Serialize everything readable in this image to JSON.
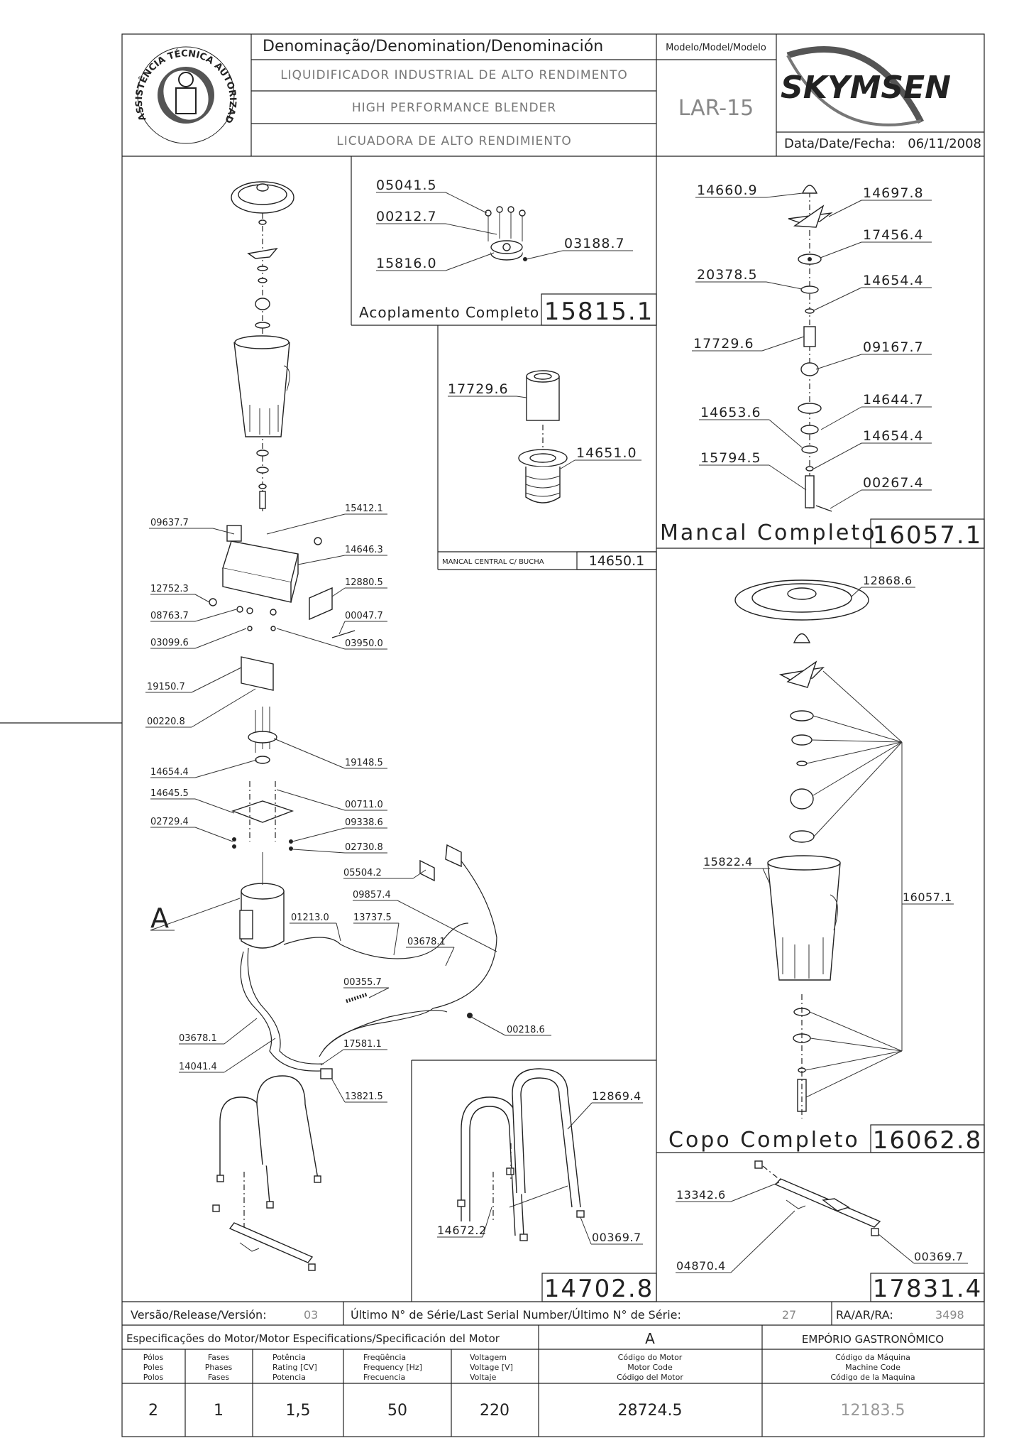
{
  "header": {
    "denomination_title": "Denominação/Denomination/Denominación",
    "name_pt": "LIQUIDIFICADOR INDUSTRIAL DE ALTO RENDIMENTO",
    "name_en": "HIGH PERFORMANCE BLENDER",
    "name_es": "LICUADORA DE ALTO RENDIMIENTO",
    "model_title": "Modelo/Model/Modelo",
    "model": "LAR-15",
    "brand": "SKYMSEN",
    "date_label": "Data/Date/Fecha:",
    "date": "06/11/2008",
    "seal_text": "ASSISTÊNCIA TÉCNICA AUTORIZADA"
  },
  "assemblies": {
    "coupling": {
      "title": "Acoplamento Completo",
      "code": "15815.1",
      "parts": [
        "05041.5",
        "00212.7",
        "15816.0",
        "03188.7"
      ]
    },
    "central_bearing": {
      "title": "MANCAL CENTRAL C/ BUCHA",
      "code": "14650.1",
      "parts": [
        "17729.6",
        "14651.0"
      ]
    },
    "bearing": {
      "title": "Mancal Completo",
      "code": "16057.1",
      "parts": [
        "14660.9",
        "14697.8",
        "17456.4",
        "20378.5",
        "14654.4",
        "17729.6",
        "09167.7",
        "14644.7",
        "14653.6",
        "14654.4",
        "15794.5",
        "00267.4"
      ]
    },
    "cup": {
      "title": "Copo Completo",
      "code": "16062.8",
      "parts": [
        "12868.6",
        "15822.4",
        "16057.1"
      ]
    },
    "stand": {
      "code": "14702.8",
      "parts": [
        "12869.4",
        "14672.2",
        "00369.7"
      ]
    },
    "crossbar": {
      "code": "17831.4",
      "parts": [
        "13342.6",
        "04870.4",
        "00369.7"
      ]
    }
  },
  "main_parts": [
    "09637.7",
    "15412.1",
    "14646.3",
    "12752.3",
    "12880.5",
    "08763.7",
    "00047.7",
    "03099.6",
    "03950.0",
    "19150.7",
    "00220.8",
    "19148.5",
    "14654.4",
    "14645.5",
    "00711.0",
    "02729.4",
    "09338.6",
    "02730.8",
    "05504.2",
    "09857.4",
    "A",
    "01213.0",
    "13737.5",
    "03678.1",
    "00355.7",
    "00218.6",
    "03678.1",
    "17581.1",
    "14041.4",
    "13821.5"
  ],
  "footer": {
    "version_label": "Versão/Release/Versión:",
    "version": "03",
    "serial_label": "Último N° de Série/Last Serial Number/Último N° de Série:",
    "serial": "27",
    "ra_label": "RA/AR/RA:",
    "ra": "3498",
    "motor_spec_title": "Especificações do Motor/Motor Especifications/Specificación del Motor",
    "motor_letter": "A",
    "company": "EMPÓRIO GASTRONÔMICO",
    "columns": [
      {
        "l1": "Pólos",
        "l2": "Poles",
        "l3": "Polos",
        "value": "2"
      },
      {
        "l1": "Fases",
        "l2": "Phases",
        "l3": "Fases",
        "value": "1"
      },
      {
        "l1": "Potência",
        "l2": "Rating [CV]",
        "l3": "Potencia",
        "value": "1,5"
      },
      {
        "l1": "Freqüência",
        "l2": "Frequency [Hz]",
        "l3": "Frecuencia",
        "value": "50"
      },
      {
        "l1": "Voltagem",
        "l2": "Voltage [V]",
        "l3": "Voltaje",
        "value": "220"
      },
      {
        "l1": "Código do Motor",
        "l2": "Motor Code",
        "l3": "Código del Motor",
        "value": "28724.5"
      },
      {
        "l1": "Código da Máquina",
        "l2": "Machine Code",
        "l3": "Código de la Maquina",
        "value": "12183.5"
      }
    ]
  }
}
